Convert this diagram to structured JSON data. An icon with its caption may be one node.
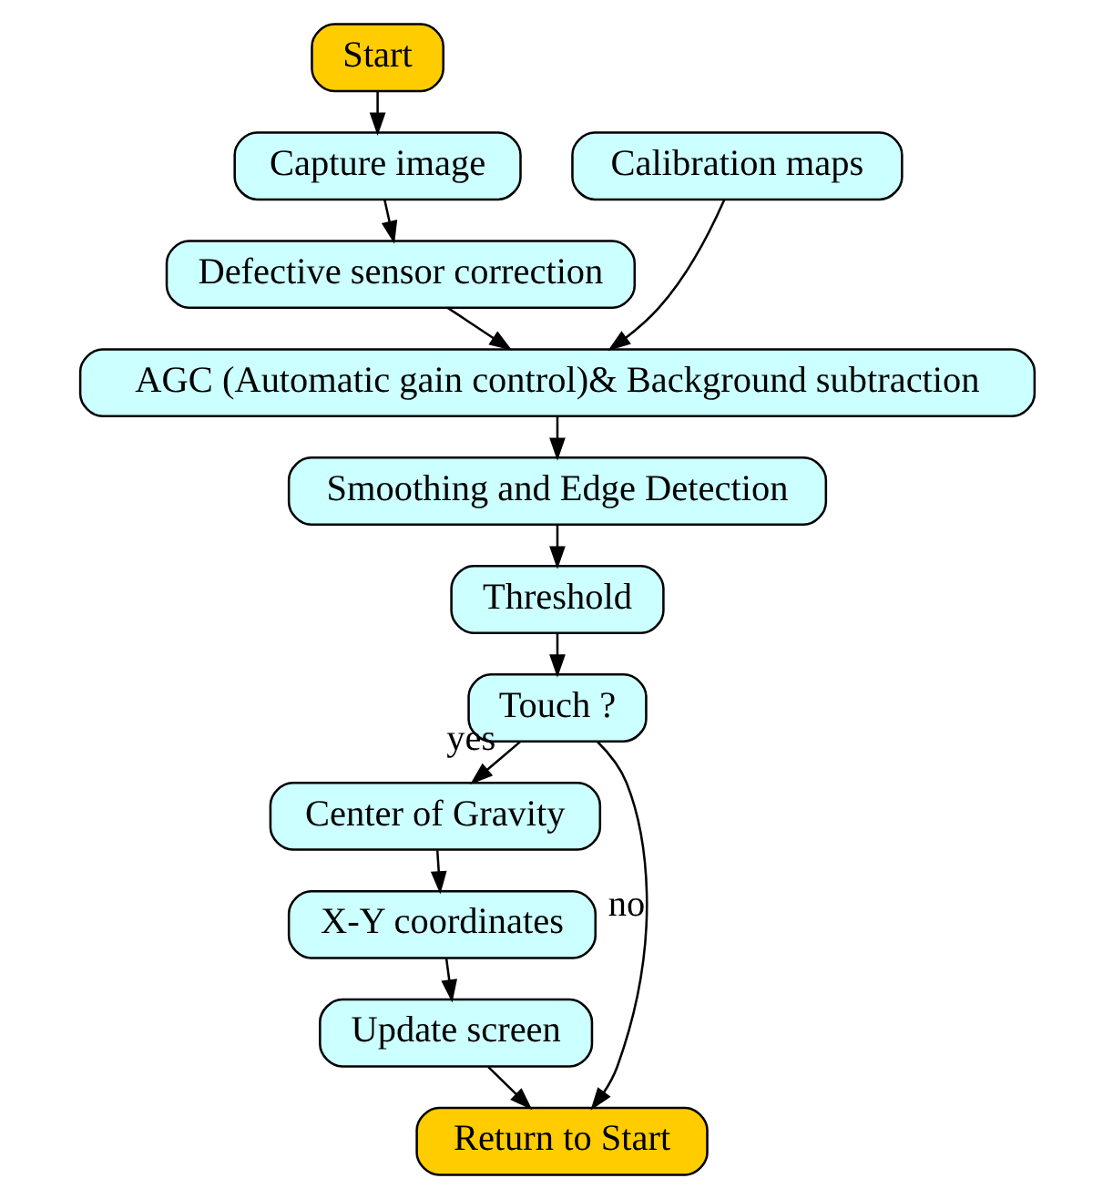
{
  "diagram": {
    "nodes": [
      {
        "text": [
          "Start"
        ]
      },
      {
        "text": [
          "Capture image"
        ]
      },
      {
        "text": [
          "Calibration maps"
        ]
      },
      {
        "text": [
          "Defective sensor correction"
        ]
      },
      {
        "text": [
          "AGC (Automatic gain control)& Background subtraction"
        ]
      },
      {
        "text": [
          "Smoothing and Edge Detection"
        ]
      },
      {
        "text": [
          "Threshold"
        ]
      },
      {
        "text": [
          "Touch ?"
        ]
      },
      {
        "text": [
          "Center of Gravity"
        ]
      },
      {
        "text": [
          "X-Y coordinates"
        ]
      },
      {
        "text": [
          "Update screen"
        ]
      },
      {
        "text": [
          "Return to Start"
        ]
      }
    ],
    "edges": [
      {
        "from": 0,
        "to": 1,
        "arrow": "to"
      },
      {
        "from": 1,
        "to": 3,
        "arrow": "to"
      },
      {
        "from": 3,
        "to": 4,
        "arrow": "to"
      },
      {
        "from": 2,
        "to": 4,
        "arrow": "to"
      },
      {
        "from": 4,
        "to": 5,
        "arrow": "to"
      },
      {
        "from": 5,
        "to": 6,
        "arrow": "to"
      },
      {
        "from": 6,
        "to": 7,
        "arrow": "to"
      },
      {
        "from": 7,
        "to": 8,
        "arrow": "to",
        "label": "yes"
      },
      {
        "from": 8,
        "to": 9,
        "arrow": "to"
      },
      {
        "from": 9,
        "to": 10,
        "arrow": "to"
      },
      {
        "from": 10,
        "to": 11,
        "arrow": "to"
      },
      {
        "from": 7,
        "to": 11,
        "arrow": "to",
        "label": "no"
      }
    ]
  }
}
